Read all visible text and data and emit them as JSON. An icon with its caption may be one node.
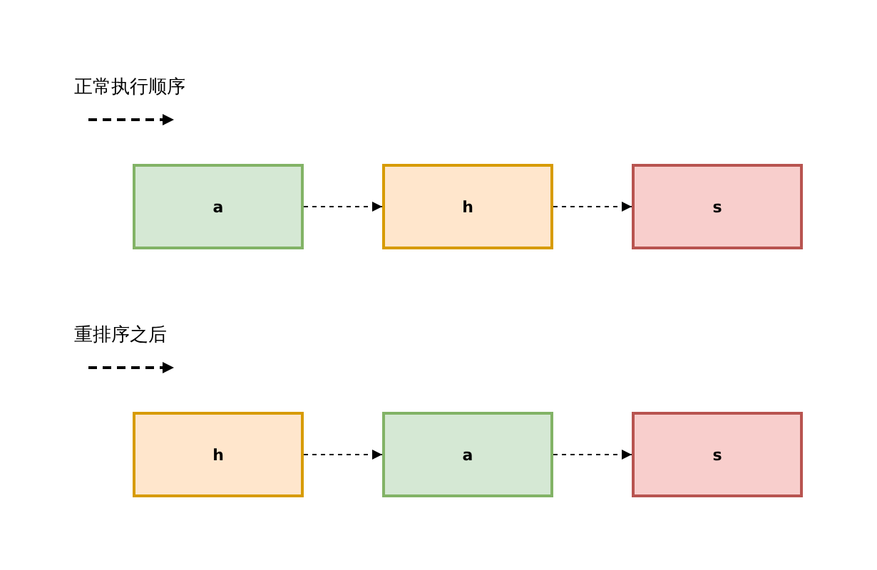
{
  "diagram": {
    "nodes": [
      {
        "text": [
          "a"
        ]
      },
      {
        "text": [
          "h"
        ]
      },
      {
        "text": [
          "s"
        ]
      },
      {
        "text": [
          "h"
        ]
      },
      {
        "text": [
          "a"
        ]
      },
      {
        "text": [
          "s"
        ]
      }
    ],
    "edges": [
      {
        "from": 0,
        "to": 1,
        "arrow": "to",
        "style": "dashed"
      },
      {
        "from": 1,
        "to": 2,
        "arrow": "to",
        "style": "dashed"
      },
      {
        "from": 3,
        "to": 4,
        "arrow": "to",
        "style": "dashed"
      },
      {
        "from": 4,
        "to": 5,
        "arrow": "to",
        "style": "dashed"
      }
    ],
    "labels": [
      "正常执行顺序",
      "重排序之后"
    ]
  }
}
